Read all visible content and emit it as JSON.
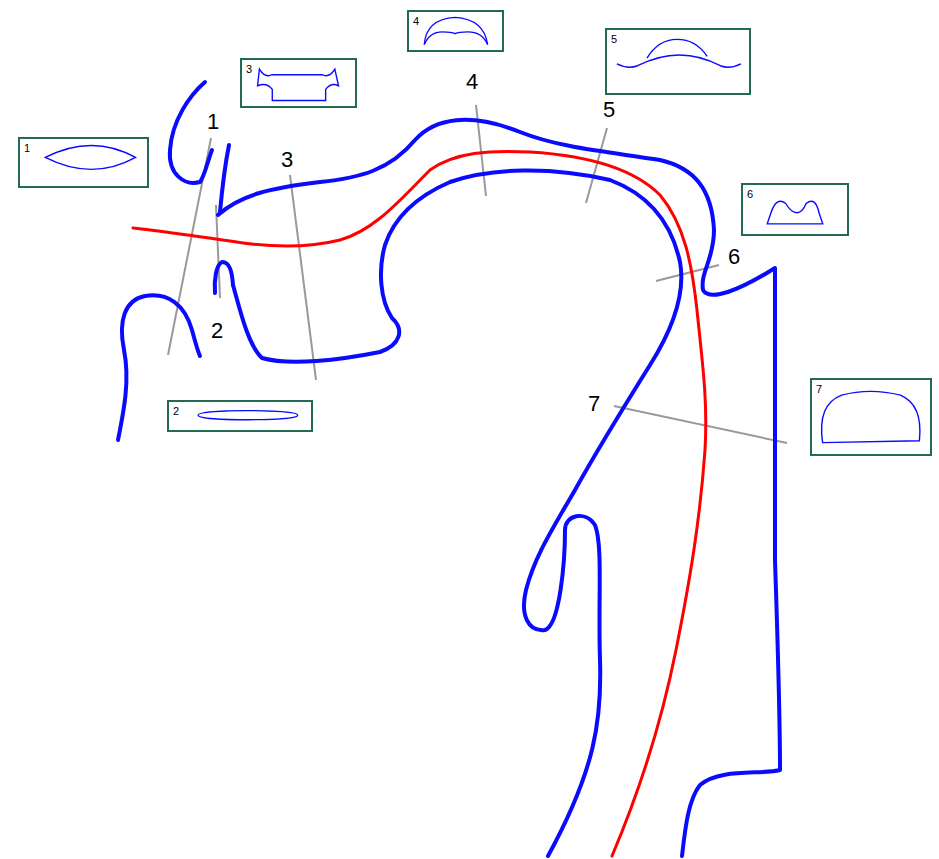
{
  "diagram": {
    "nodes": [
      {
        "text": [
          "1"
        ]
      },
      {
        "text": [
          "2"
        ]
      },
      {
        "text": [
          "3"
        ]
      },
      {
        "text": [
          "4"
        ]
      },
      {
        "text": [
          "5"
        ]
      },
      {
        "text": [
          "6"
        ]
      },
      {
        "text": [
          "7"
        ]
      }
    ],
    "labels": [
      "1",
      "2",
      "3",
      "4",
      "5",
      "6",
      "7"
    ]
  }
}
